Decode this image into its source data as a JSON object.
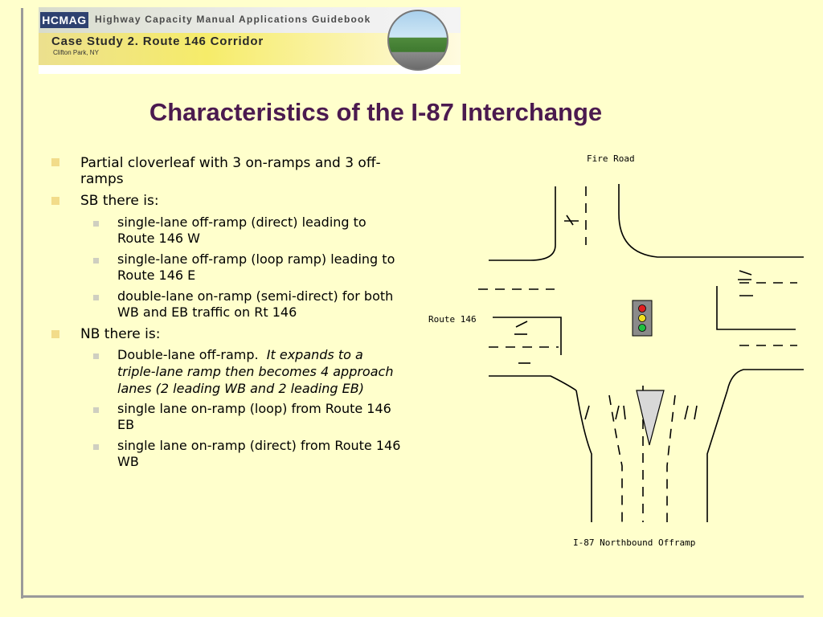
{
  "banner": {
    "logo": "HCMAG",
    "subtitle": "Highway Capacity Manual Applications Guidebook",
    "case_study": "Case Study 2. Route 146 Corridor",
    "location": "Clifton Park, NY"
  },
  "title": "Characteristics of the I-87 Interchange",
  "bullets": {
    "b1": {
      "line1": "Partial cloverleaf with 3 on-ramps and 3 off-",
      "line2": "ramps"
    },
    "b2": {
      "line1": "SB there is:"
    },
    "b2a": {
      "line1": "single-lane off-ramp (direct) leading to",
      "line2": "Route 146 W"
    },
    "b2b": {
      "line1": "single-lane off-ramp (loop ramp) leading to",
      "line2": "Route 146 E"
    },
    "b2c": {
      "line1": "double-lane on-ramp (semi-direct) for both",
      "line2": "WB and EB traffic on Rt 146"
    },
    "b3": {
      "line1": "NB there is:"
    },
    "b3a": {
      "lead": "Double-lane off-ramp.",
      "em1": "It expands to a",
      "em2": "triple-lane ramp then becomes 4 approach",
      "em3": "lanes (2 leading WB and 2 leading EB)"
    },
    "b3b": {
      "line1": "single lane on-ramp (loop) from Route 146",
      "line2": "EB"
    },
    "b3c": {
      "line1": "single lane on-ramp (direct) from Route 146",
      "line2": "WB"
    }
  },
  "diagram": {
    "fire_road": "Fire Road",
    "route146": "Route 146",
    "offramp": "I-87 Northbound Offramp"
  },
  "colors": {
    "background": "#ffffcc",
    "title": "#4b1a4f",
    "signal_red": "#e02020",
    "signal_yellow": "#f0e020",
    "signal_green": "#20c040"
  }
}
